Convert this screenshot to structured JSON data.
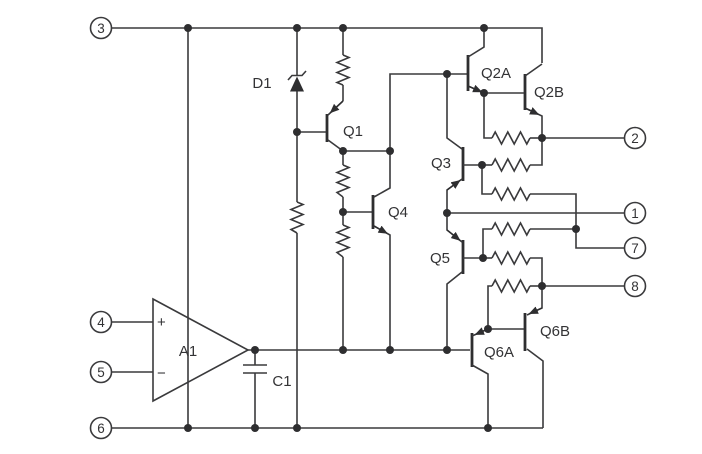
{
  "colors": {
    "background": "#ffffff",
    "line": "#3a3a3c",
    "text": "#333335"
  },
  "pins": {
    "left": [
      {
        "number": "3"
      },
      {
        "number": "4"
      },
      {
        "number": "5"
      },
      {
        "number": "6"
      }
    ],
    "right": [
      {
        "number": "2"
      },
      {
        "number": "1"
      },
      {
        "number": "7"
      },
      {
        "number": "8"
      }
    ]
  },
  "components": {
    "zener": "D1",
    "q1": "Q1",
    "q2a": "Q2A",
    "q2b": "Q2B",
    "q3": "Q3",
    "q4": "Q4",
    "q5": "Q5",
    "q6a": "Q6A",
    "q6b": "Q6B",
    "opamp": "A1",
    "cap": "C1",
    "plus": "+",
    "minus": "−"
  }
}
